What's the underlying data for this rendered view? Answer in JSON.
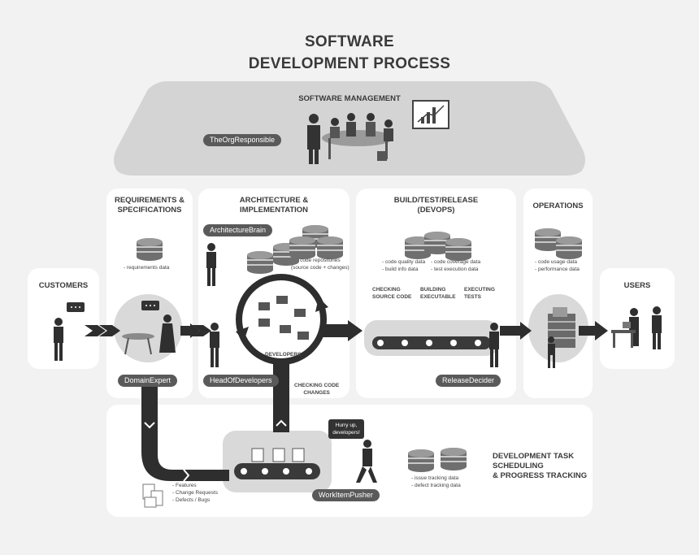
{
  "title": {
    "line1": "SOFTWARE",
    "line2": "DEVELOPMENT PROCESS"
  },
  "management": {
    "header": "SOFTWARE MANAGEMENT",
    "tag": "TheOrgResponsible"
  },
  "customers": {
    "header": "CUSTOMERS"
  },
  "users": {
    "header": "USERS"
  },
  "requirements": {
    "header_line1": "REQUIREMENTS &",
    "header_line2": "SPECIFICATIONS",
    "data_label": "- requirements data",
    "tag": "DomainExpert"
  },
  "architecture": {
    "header_line1": "ARCHITECTURE &",
    "header_line2": "IMPLEMENTATION",
    "tag_top": "ArchitectureBrain",
    "tag_bottom": "HeadOfDevelopers",
    "repo_line1": "code repositories",
    "repo_line2": "(source code + changes)",
    "cycle_label": "DEVELOPERS",
    "checking_line1": "CHECKING CODE",
    "checking_line2": "CHANGES"
  },
  "build": {
    "header_line1": "BUILD/TEST/RELEASE",
    "header_line2": "(DEVOPS)",
    "data_left_line1": "- code quality data",
    "data_left_line2": "- build info data",
    "data_right_line1": "- code coverage data",
    "data_right_line2": "- test execution data",
    "step1_line1": "CHECKING",
    "step1_line2": "SOURCE CODE",
    "step2_line1": "BUILDING",
    "step2_line2": "EXECUTABLE",
    "step3_line1": "EXECUTING",
    "step3_line2": "TESTS",
    "tag": "ReleaseDecider"
  },
  "operations": {
    "header": "OPERATIONS",
    "data_line1": "- code usage data",
    "data_line2": "- performance data"
  },
  "tracking": {
    "header_line1": "DEVELOPMENT TASK",
    "header_line2": "SCHEDULING",
    "header_line3": "& PROGRESS TRACKING",
    "data_line1": "- issue tracking data",
    "data_line2": "- defect tracking data",
    "items_line1": "- Features",
    "items_line2": "- Change Requests",
    "items_line3": "- Defects / Bugs",
    "speech_line1": "Hurry up,",
    "speech_line2": "developers!",
    "tag": "WorkItemPusher"
  },
  "colors": {
    "arrow": "#2e2e2e",
    "panel": "#ffffff",
    "management": "#d4d4d4",
    "tag": "#5a5a5a",
    "circle": "#d9d9d9"
  }
}
